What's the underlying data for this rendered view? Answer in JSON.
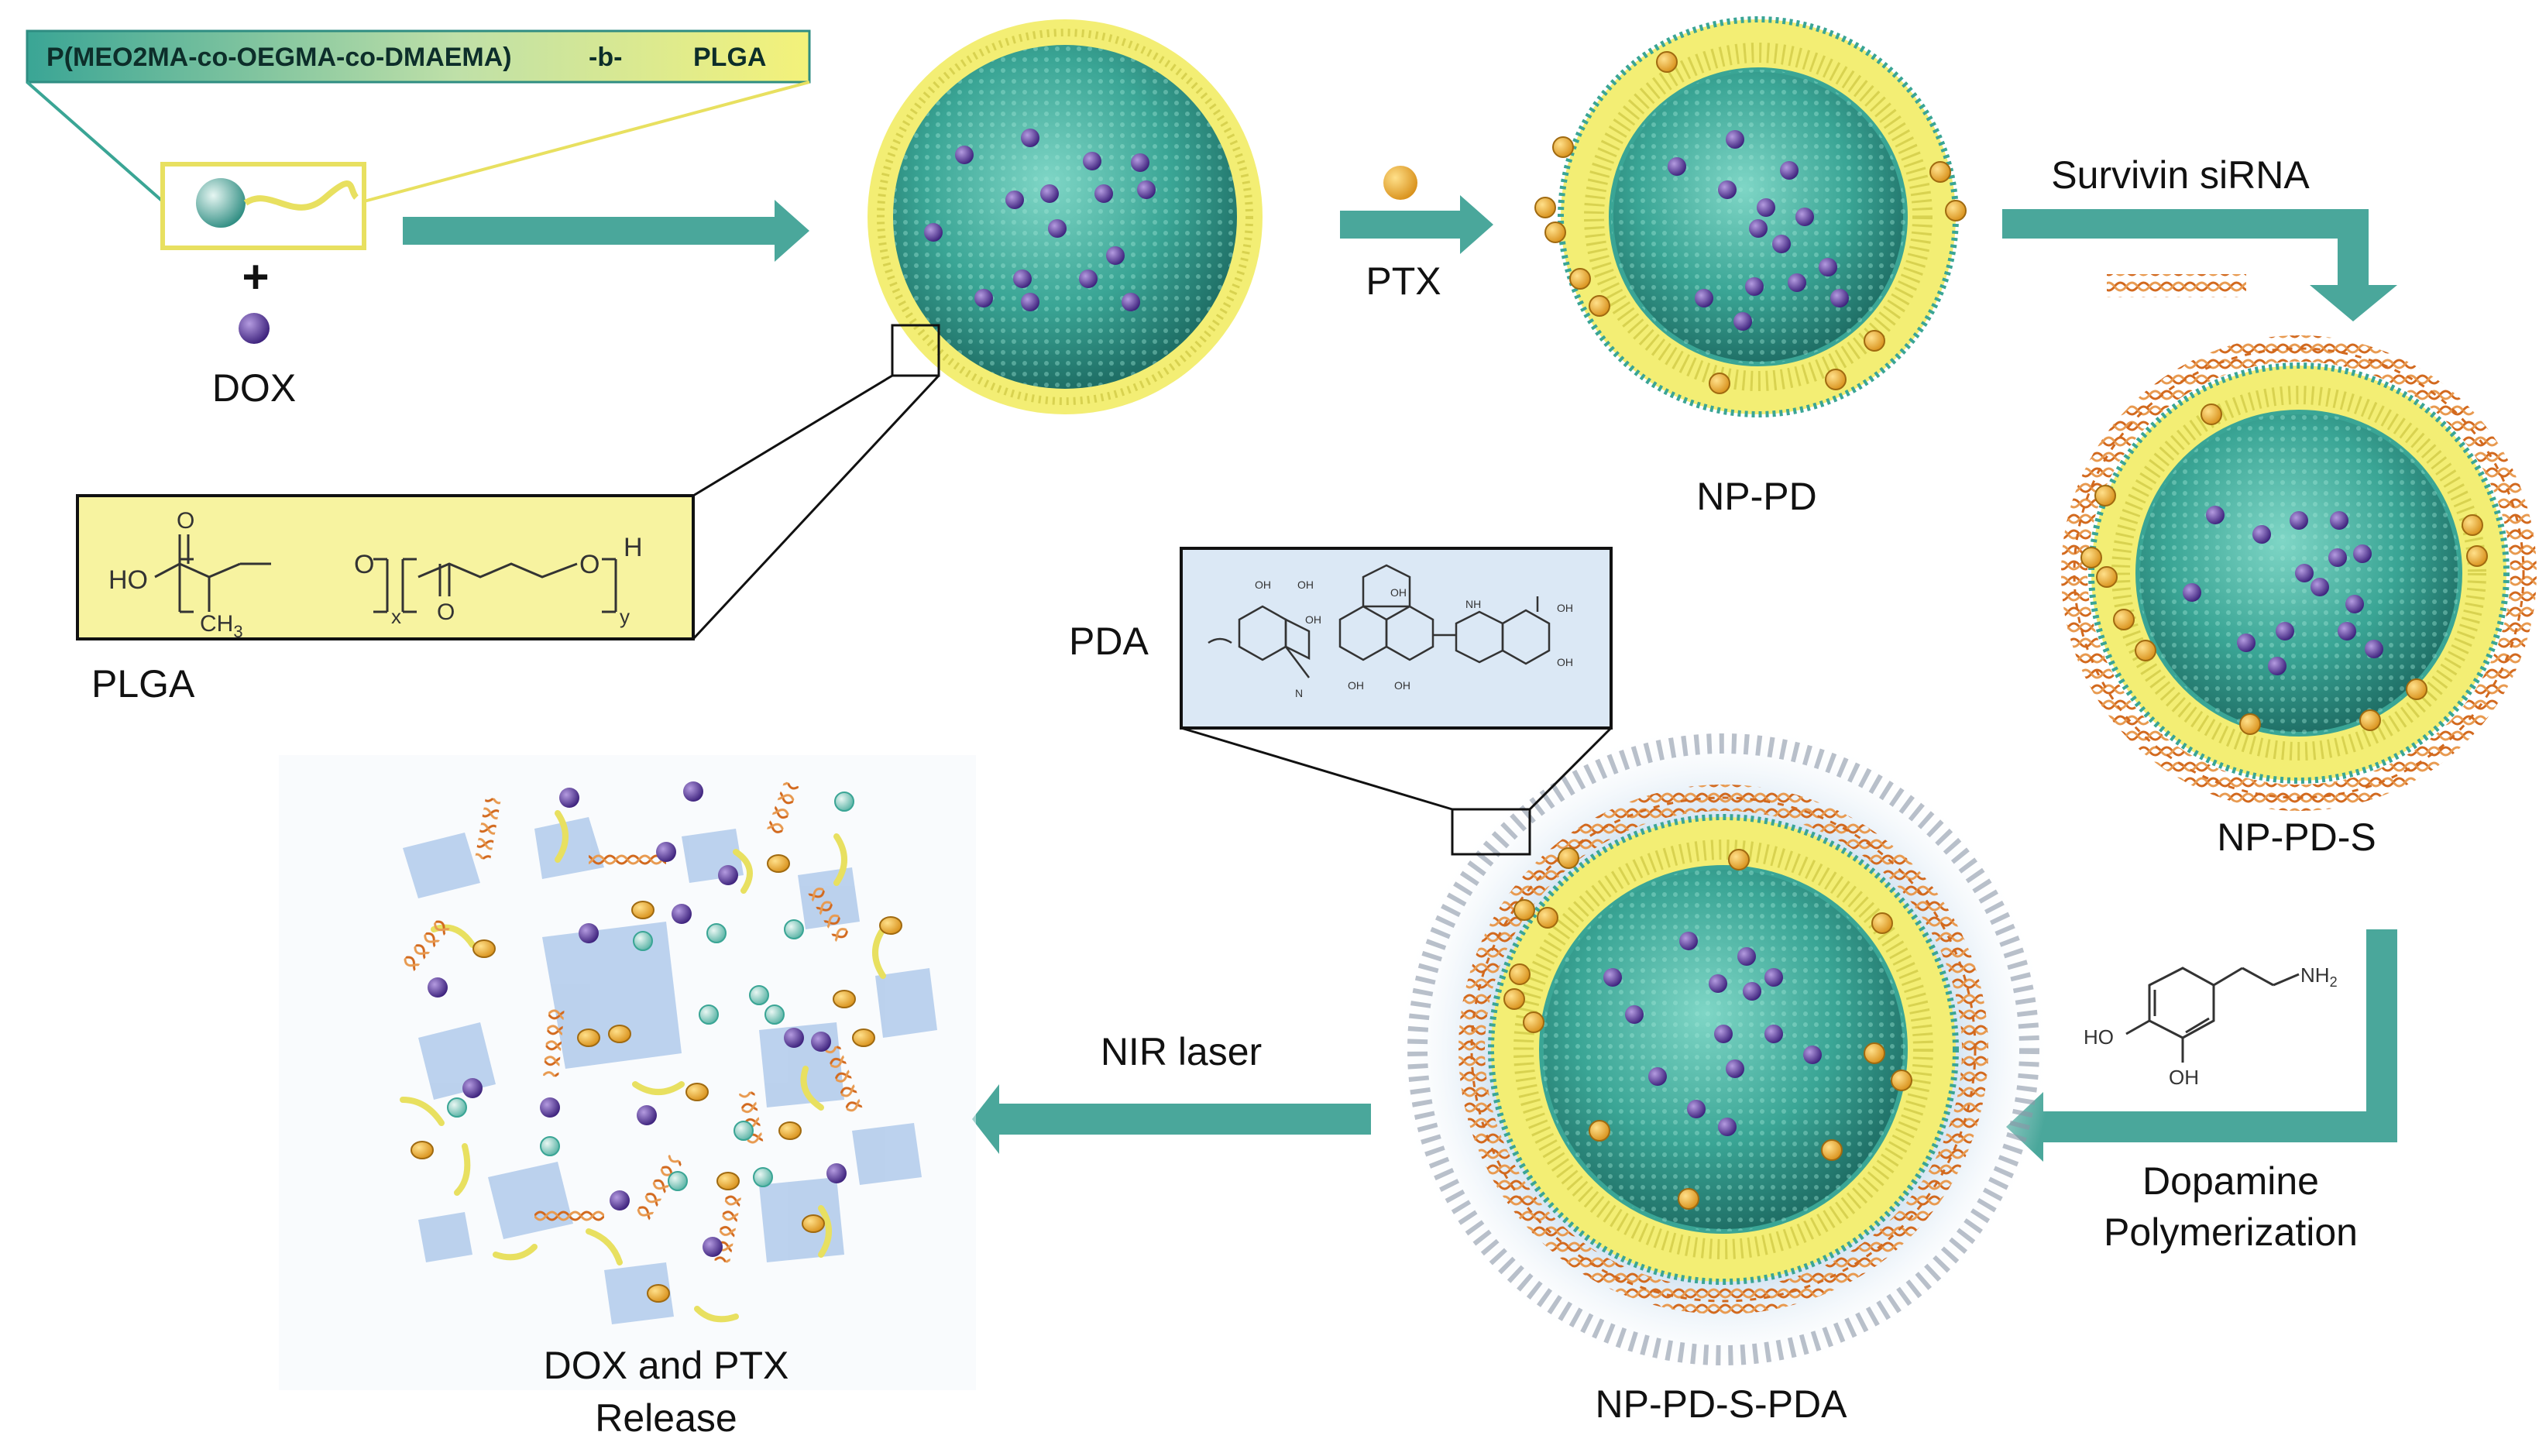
{
  "polymer_banner": {
    "left": "P(MEO2MA-co-OEGMA-co-DMAEMA)",
    "mid": "-b-",
    "right": "PLGA"
  },
  "plus_sign": "+",
  "labels": {
    "dox": "DOX",
    "ptx": "PTX",
    "plga": "PLGA",
    "np_pd": "NP-PD",
    "survivin": "Survivin siRNA",
    "np_pd_s": "NP-PD-S",
    "pda": "PDA",
    "dopamine_line1": "Dopamine",
    "dopamine_line2": "Polymerization",
    "np_pd_s_pda": "NP-PD-S-PDA",
    "nir": "NIR laser",
    "release_line1": "DOX and PTX",
    "release_line2": "Release"
  },
  "plga_formula": {
    "ho": "HO",
    "o1": "O",
    "o_top": "O",
    "ch3": "CH",
    "ch3_sub": "3",
    "o_bottom": "O",
    "o2": "O",
    "h": "H",
    "x": "x",
    "y": "y"
  },
  "dopamine_structure": {
    "nh2": "NH",
    "nh2_sub": "2",
    "ho": "HO",
    "oh": "OH"
  },
  "pda_structure": {
    "oh_labels": [
      "OH",
      "OH",
      "OH",
      "OH",
      "OH",
      "OH",
      "OH",
      "OH"
    ],
    "nh_labels": [
      "NH",
      "N"
    ]
  },
  "colors": {
    "teal": "#3b9e93",
    "teal_dark": "#1f6f66",
    "yellow": "#f2f07a",
    "yellow_box": "#f7f3a0",
    "dox": "#5a3a9a",
    "ptx": "#f0b030",
    "sirna": "#d2691e",
    "pda_box": "#dbe8f5",
    "pda_glow": "#c9dcee"
  }
}
